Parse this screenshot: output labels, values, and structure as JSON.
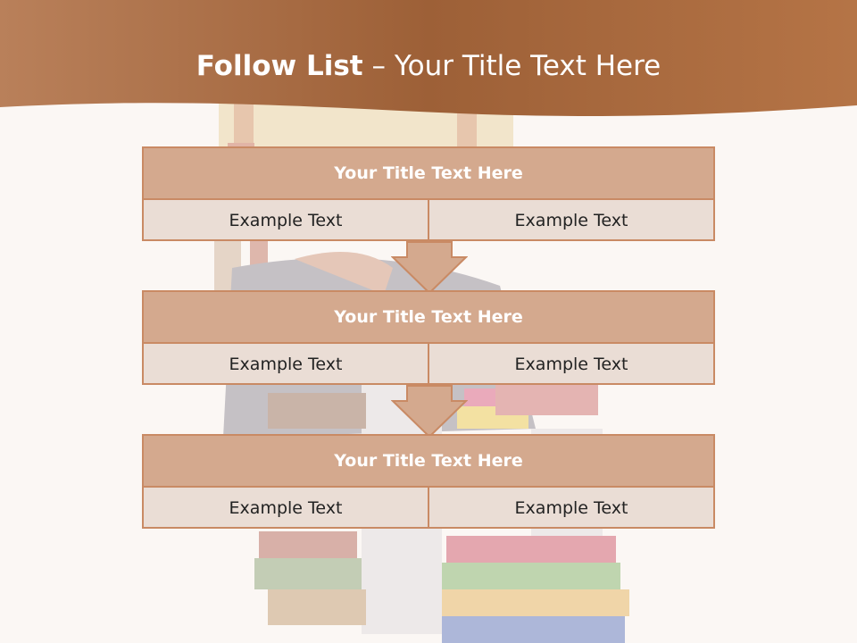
{
  "title": {
    "bold": "Follow List",
    "rest": "– Your Title Text Here"
  },
  "colors": {
    "header_band": "#a0643c",
    "block_header": "#d4a98e",
    "block_border": "#c98a64",
    "block_body": "#eaddd5",
    "background": "#fbf7f4"
  },
  "blocks": [
    {
      "title": "Your Title Text Here",
      "left": "Example Text",
      "right": "Example Text"
    },
    {
      "title": "Your Title Text Here",
      "left": "Example Text",
      "right": "Example Text"
    },
    {
      "title": "Your Title Text Here",
      "left": "Example Text",
      "right": "Example Text"
    }
  ],
  "background_image": "schoolgirl-sitting-on-book-stack"
}
